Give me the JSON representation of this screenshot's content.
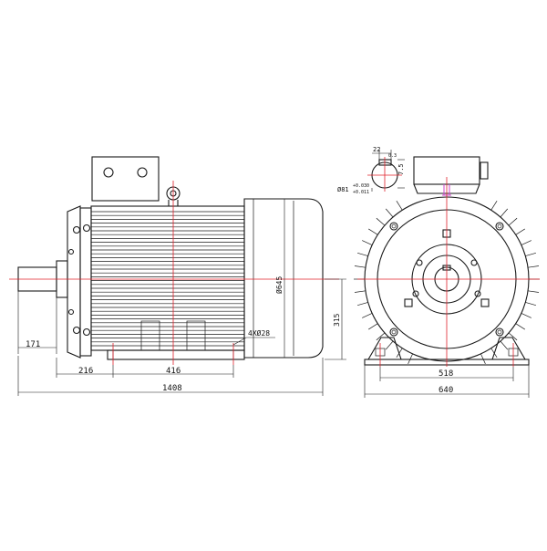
{
  "colors": {
    "outline": "#1a1a1a",
    "centerline": "#e0202a",
    "terminal": "#cc44cc"
  },
  "dims": {
    "shaft_ext": "171",
    "foot_to_end": "216",
    "foot_span": "416",
    "total_length": "1408",
    "mount_holes": "4XØ28",
    "body_dia": "Ø645",
    "shaft_height": "315",
    "foot_width": "518",
    "total_width": "640",
    "key_width": "22",
    "key_depth": "7.5",
    "key_small": "0.3",
    "shaft_dia": "Ø81",
    "shaft_tol_upper": "+0.030",
    "shaft_tol_lower": "+0.011"
  }
}
